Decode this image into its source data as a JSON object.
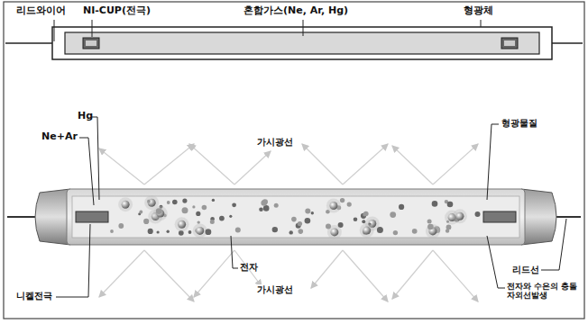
{
  "diagram": {
    "labels": [
      "리드와이어",
      "NI-CUP(전극)",
      "혼합가스(Ne, Ar, Hg)",
      "형광체",
      "Hg",
      "Ne+Ar",
      "가시광선",
      "형광물질",
      "전자",
      "가시광선",
      "니켈전극",
      "전자와 수은의 충돌 자외선발생",
      "리드선"
    ]
  }
}
